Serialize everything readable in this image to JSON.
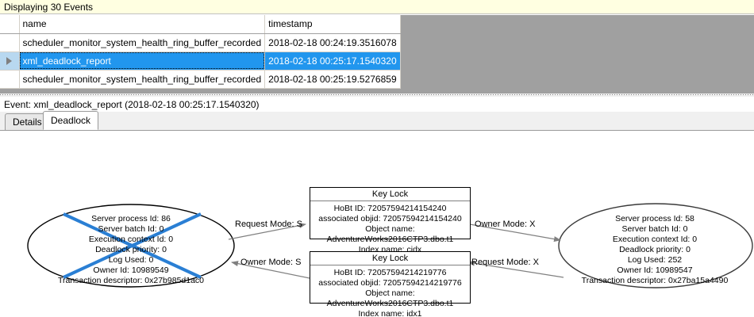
{
  "banner": {
    "text": "Displaying 30 Events"
  },
  "grid": {
    "columns": [
      "",
      "name",
      "timestamp"
    ],
    "rows": [
      {
        "selector": "",
        "name": "scheduler_monitor_system_health_ring_buffer_recorded",
        "timestamp": "2018-02-18 00:24:19.3516078",
        "selected": false
      },
      {
        "selector": "row-arrow",
        "name": "xml_deadlock_report",
        "timestamp": "2018-02-18 00:25:17.1540320",
        "selected": true
      },
      {
        "selector": "",
        "name": "scheduler_monitor_system_health_ring_buffer_recorded",
        "timestamp": "2018-02-18 00:25:19.5276859",
        "selected": false
      }
    ]
  },
  "event": {
    "label": "Event: xml_deadlock_report (2018-02-18 00:25:17.1540320)"
  },
  "tabs": [
    {
      "label": "Details",
      "active": false
    },
    {
      "label": "Deadlock",
      "active": true
    }
  ],
  "diagram": {
    "victim_process": {
      "lines": [
        "Server process Id: 86",
        "Server batch Id: 0",
        "Execution context Id: 0",
        "Deadlock priority: 0",
        "Log Used: 0",
        "Owner Id: 10989549",
        "Transaction descriptor: 0x27b985d1ac0"
      ],
      "cross_color": "#2a7fd4",
      "outline_color": "#000000"
    },
    "winner_process": {
      "lines": [
        "Server process Id: 58",
        "Server batch Id: 0",
        "Execution context Id: 0",
        "Deadlock priority: 0",
        "Log Used: 252",
        "Owner Id: 10989547",
        "Transaction descriptor: 0x27ba15a4490"
      ],
      "outline_color": "#3a3a3a"
    },
    "lock_top": {
      "title": "Key Lock",
      "lines": [
        "HoBt ID: 72057594214154240",
        "associated objid: 72057594214154240",
        "Object name: AdventureWorks2016CTP3.dbo.t1",
        "Index name: cidx"
      ]
    },
    "lock_bottom": {
      "title": "Key Lock",
      "lines": [
        "HoBt ID: 72057594214219776",
        "associated objid: 72057594214219776",
        "Object name: AdventureWorks2016CTP3.dbo.t1",
        "Index name: idx1"
      ]
    },
    "edges": [
      {
        "id": "e1",
        "label": "Request Mode: S"
      },
      {
        "id": "e2",
        "label": "Owner Mode: X"
      },
      {
        "id": "e3",
        "label": "Owner Mode: S"
      },
      {
        "id": "e4",
        "label": "Request Mode: X"
      }
    ]
  }
}
